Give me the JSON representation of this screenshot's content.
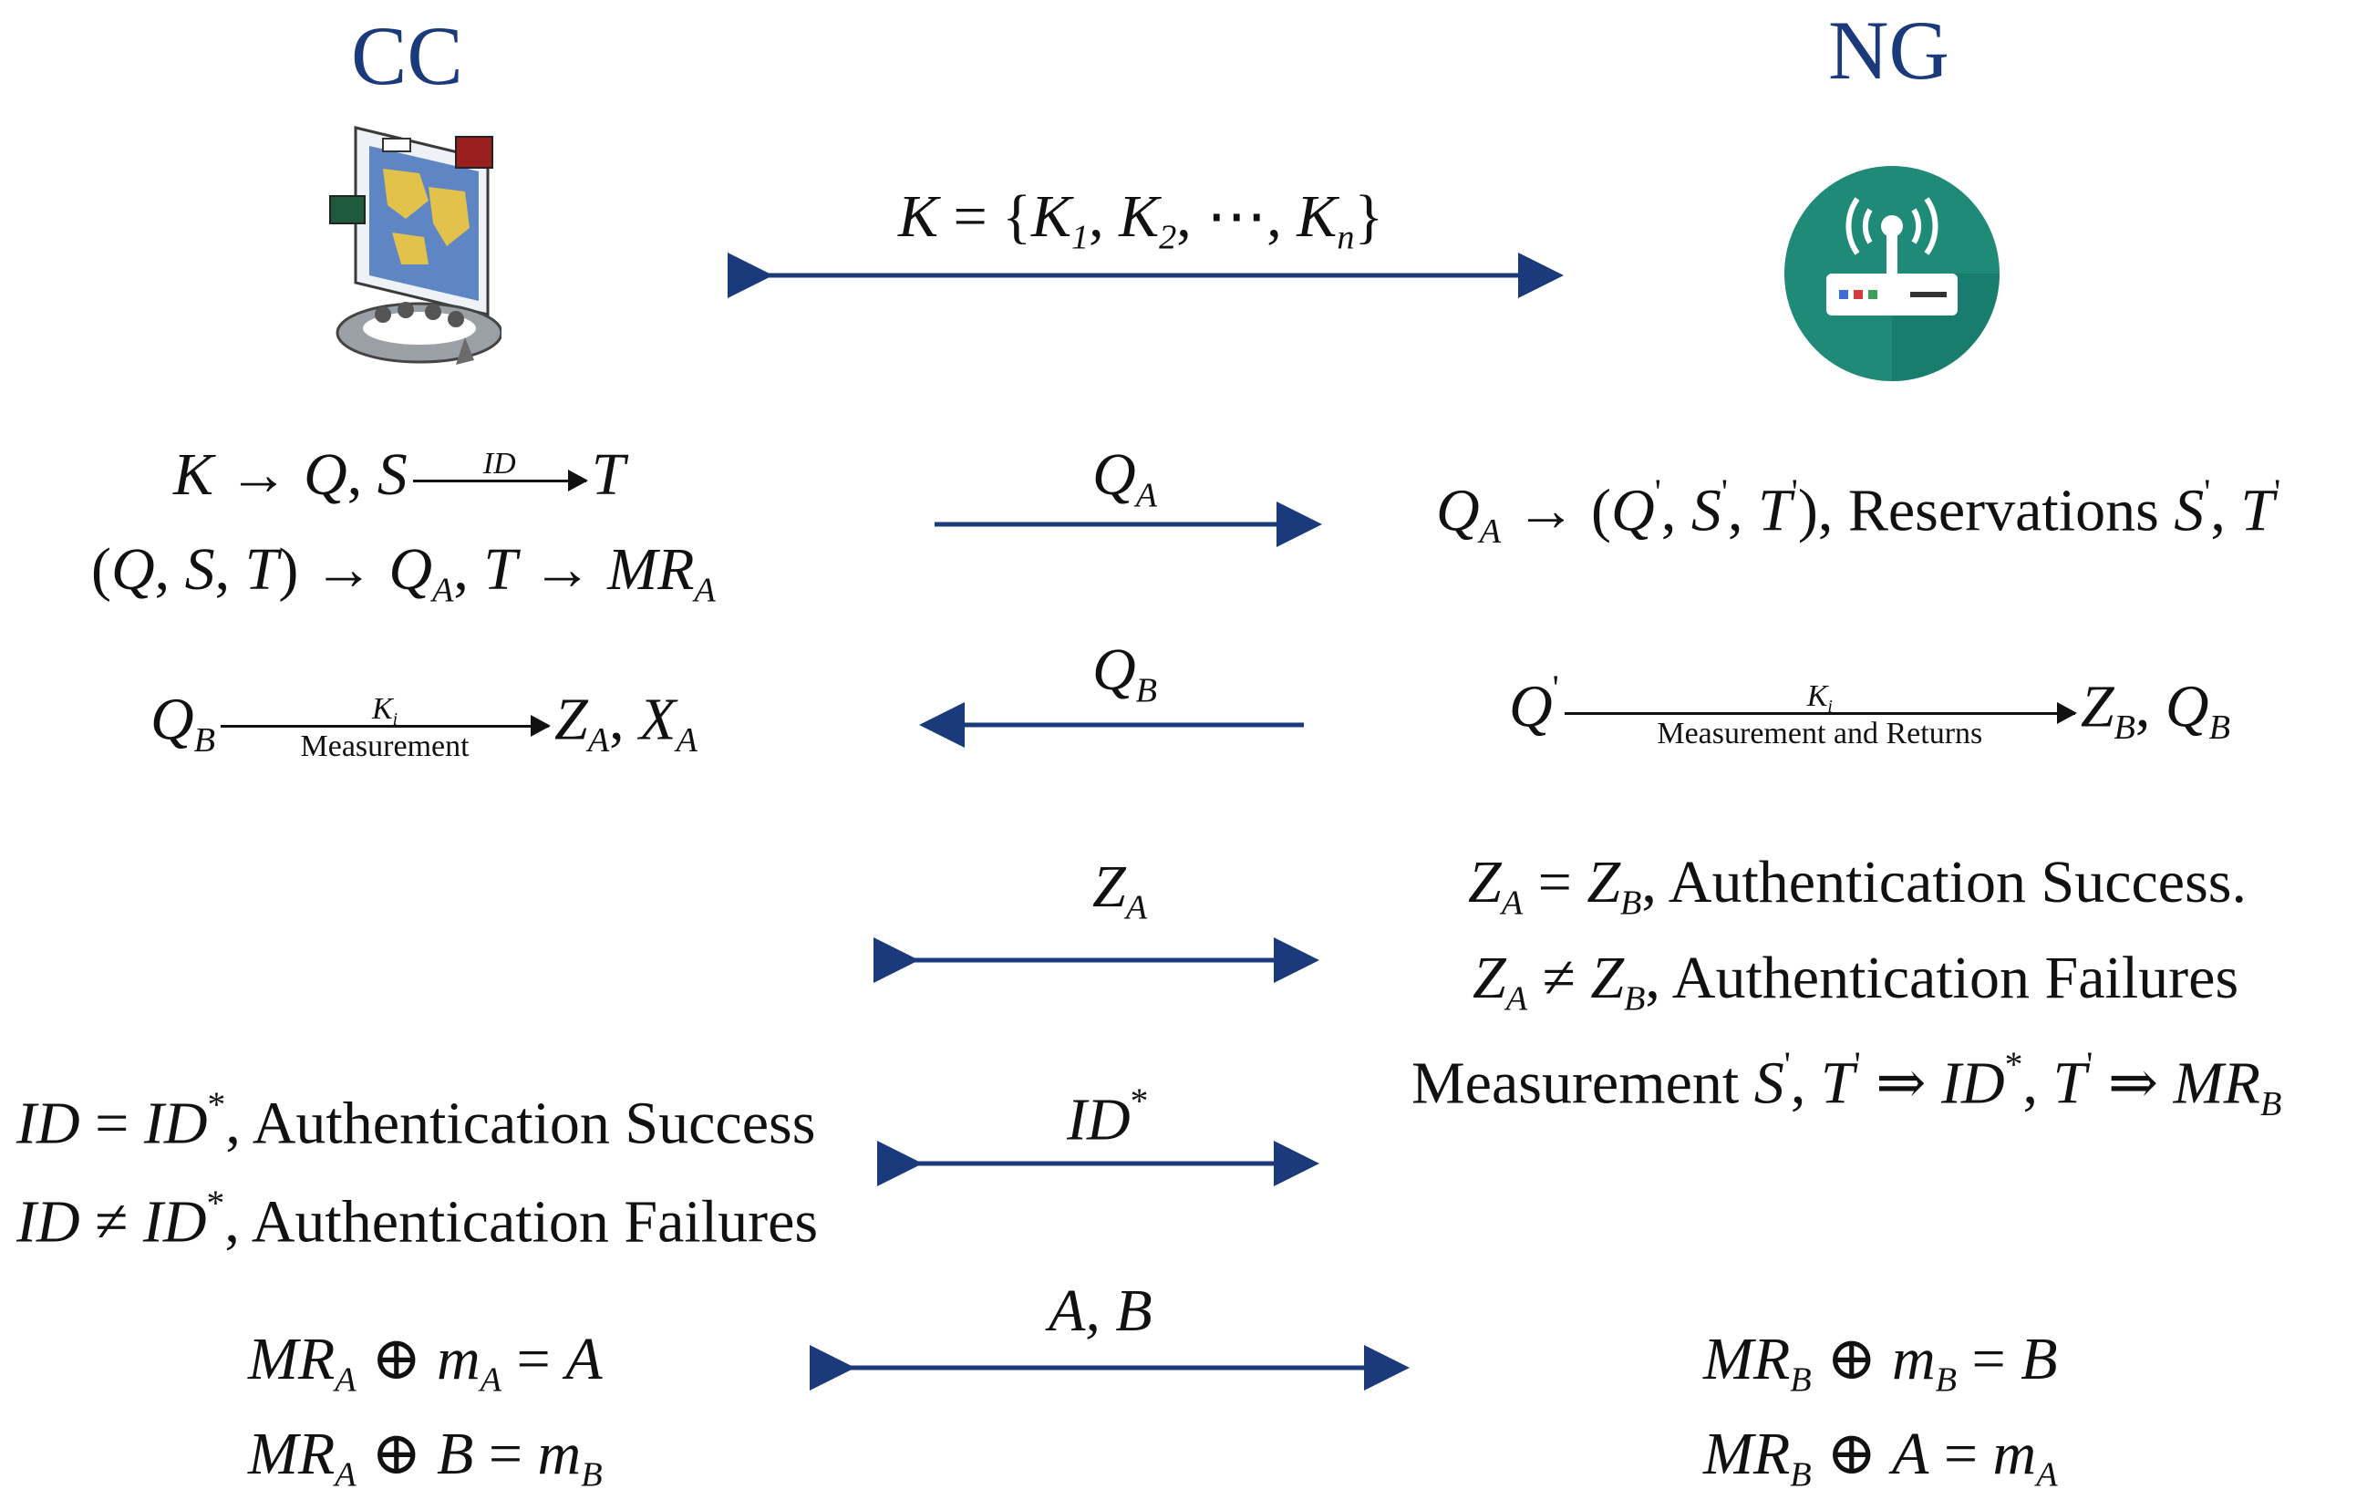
{
  "cc_label": "CC",
  "ng_label": "NG",
  "key_set": {
    "K": "K",
    "K1": "K",
    "s1": "1",
    "K2": "K",
    "s2": "2",
    "dots": "⋯",
    "Kn": "K",
    "sn": "n"
  },
  "msg_qa": {
    "Q": "Q",
    "sub": "A"
  },
  "msg_qb": {
    "Q": "Q",
    "sub": "B"
  },
  "msg_za": {
    "Z": "Z",
    "sub": "A"
  },
  "msg_id": {
    "ID": "ID",
    "sup": "*"
  },
  "msg_ab": "A, B",
  "cc_step1": {
    "arrow_label": "ID"
  },
  "cc_step3": {
    "arrow_top": "K",
    "arrow_top_sub": "i",
    "arrow_bottom": "Measurement"
  },
  "ng_step1": {
    "text": "Reservations"
  },
  "ng_step2": {
    "arrow_top": "K",
    "arrow_top_sub": "i",
    "arrow_bottom": "Measurement and Returns"
  },
  "ng_auth_success": "Authentication Success.",
  "ng_auth_fail": "Authentication Failures",
  "ng_measure": "Measurement",
  "cc_auth_success": "Authentication Success",
  "cc_auth_fail": "Authentication Failures",
  "arrow_color": "#1a3a7c"
}
